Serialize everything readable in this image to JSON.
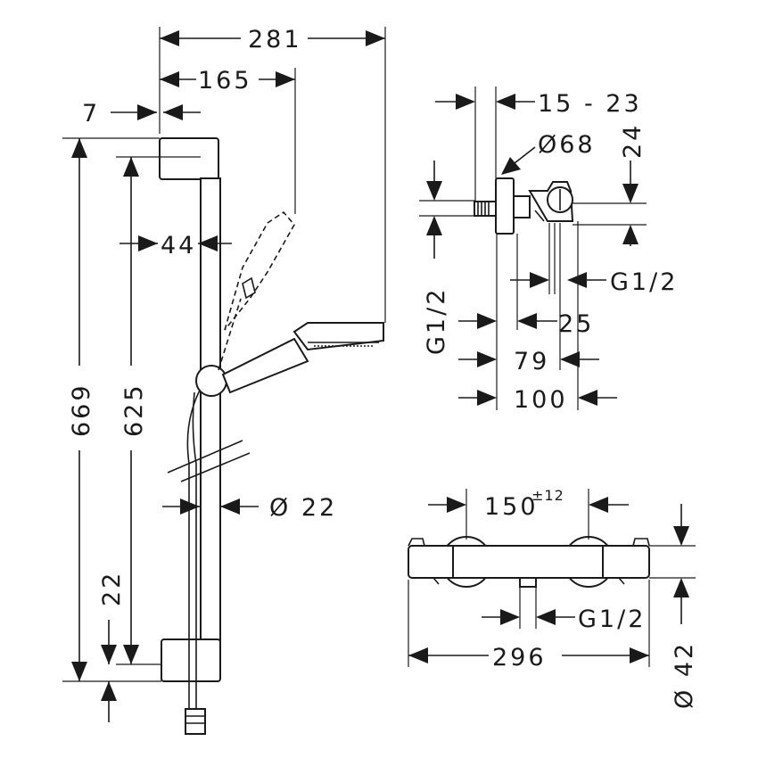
{
  "diagram": {
    "dimensions": {
      "bar_spread": "281",
      "handshower_offset": "165",
      "wall_offset": "7",
      "bracket_spacing": "44",
      "bar_total_height": "669",
      "bar_hole_distance": "625",
      "hose_diameter": "Ø 22",
      "bottom_offset": "22",
      "escutcheon_depth": "15 - 23",
      "escutcheon_diameter": "Ø68",
      "outlet_height": "24",
      "connection_outlet": "G1/2",
      "connection_inlet_vertical": "G1/2",
      "spacing_25": "25",
      "spacing_79": "79",
      "spacing_100": "100",
      "thermostat_center_base": "150",
      "thermostat_center_tolerance": "±12",
      "thermostat_outlet": "G1/2",
      "thermostat_width": "296",
      "thermostat_diameter": "Ø 42"
    }
  }
}
